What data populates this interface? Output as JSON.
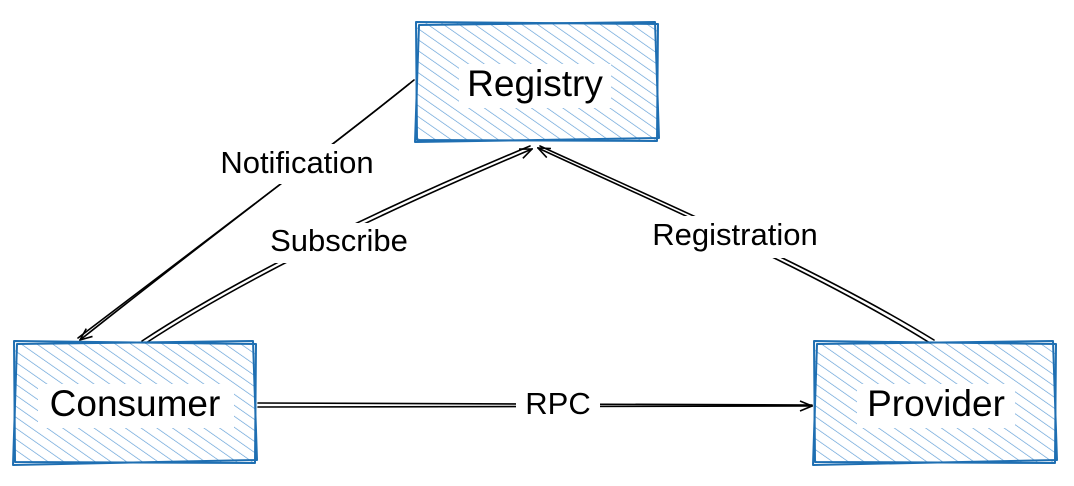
{
  "colors": {
    "box_stroke": "#1f6fb2",
    "box_hatch": "#5b9bd5",
    "line": "#000000",
    "text": "#000000",
    "background": "#ffffff"
  },
  "nodes": {
    "registry": {
      "label": "Registry"
    },
    "consumer": {
      "label": "Consumer"
    },
    "provider": {
      "label": "Provider"
    }
  },
  "edges": {
    "notification": {
      "label": "Notification",
      "from": "Registry",
      "to": "Consumer"
    },
    "subscribe": {
      "label": "Subscribe",
      "from": "Consumer",
      "to": "Registry"
    },
    "registration": {
      "label": "Registration",
      "from": "Provider",
      "to": "Registry"
    },
    "rpc": {
      "label": "RPC",
      "from": "Consumer",
      "to": "Provider"
    }
  }
}
